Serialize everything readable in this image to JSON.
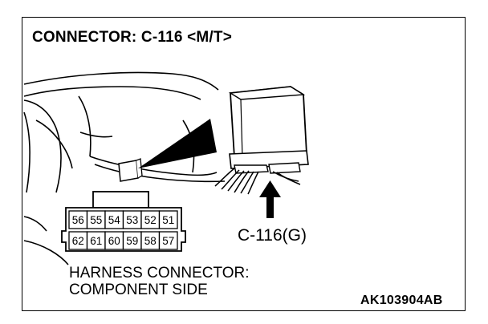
{
  "title": "CONNECTOR: C-116 <M/T>",
  "connector_label": "C-116(G)",
  "harness_caption": [
    "HARNESS CONNECTOR:",
    "COMPONENT SIDE"
  ],
  "figure_id": "AK103904AB",
  "connector": {
    "top_row": [
      "56",
      "55",
      "54",
      "53",
      "52",
      "51"
    ],
    "bottom_row": [
      "62",
      "61",
      "60",
      "59",
      "58",
      "57"
    ]
  }
}
